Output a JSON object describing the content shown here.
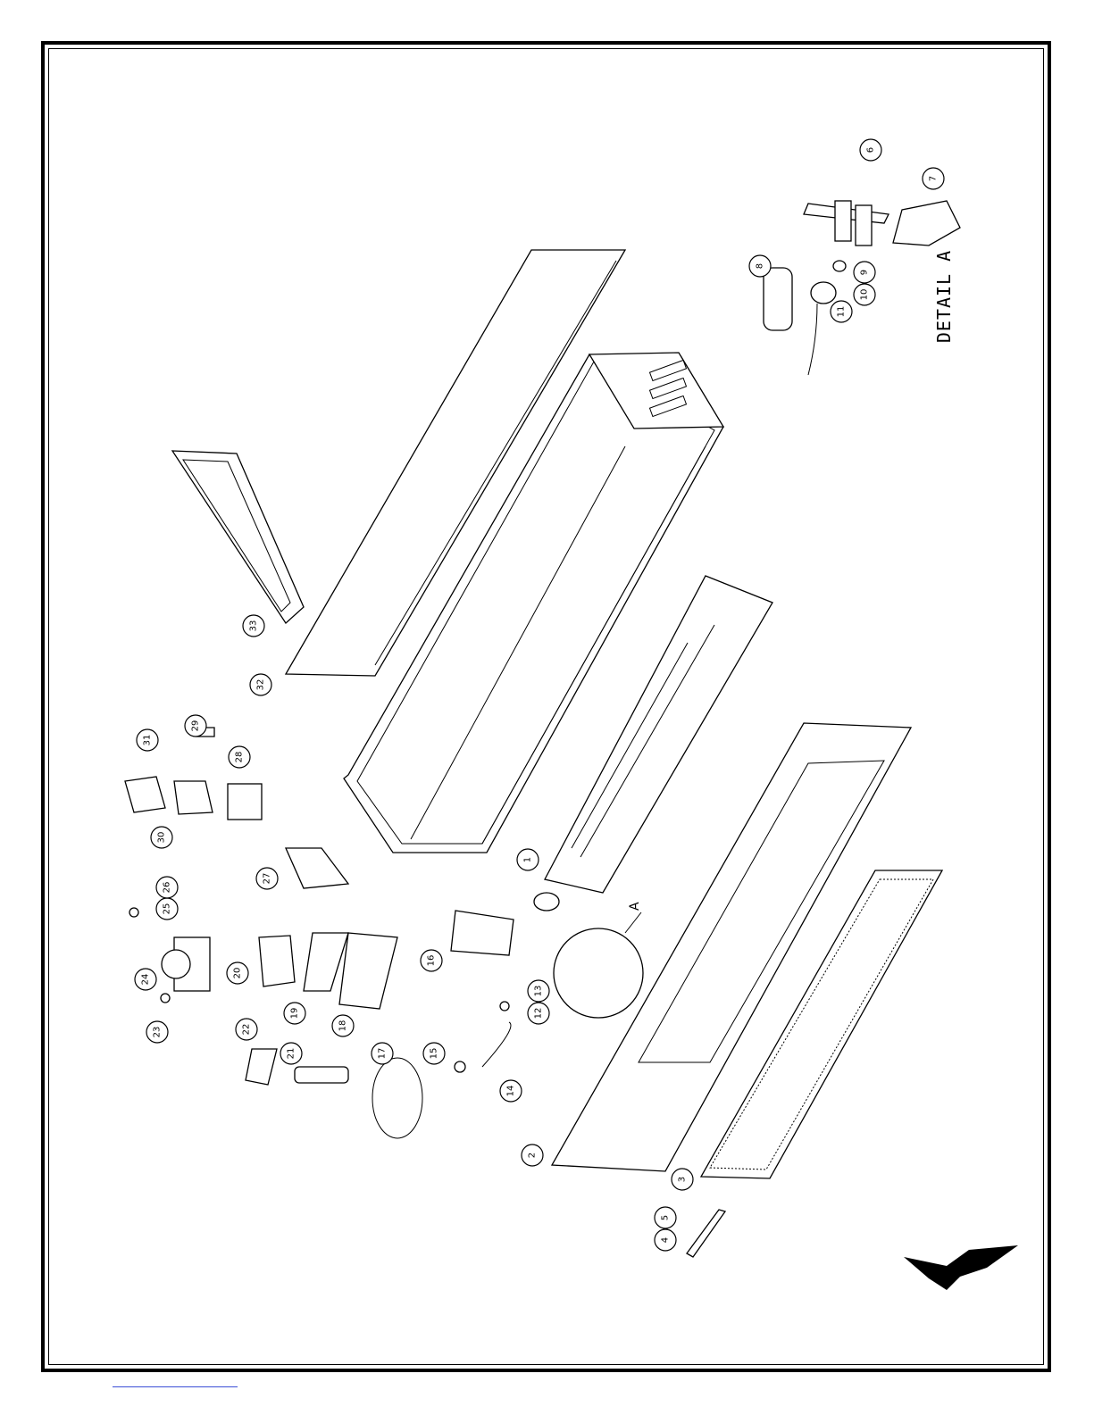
{
  "drawing": {
    "detail_label": "DETAIL A",
    "detail_pointer_label": "A",
    "callouts": [
      "1",
      "2",
      "3",
      "4",
      "5",
      "6",
      "7",
      "8",
      "9",
      "10",
      "11",
      "12",
      "13",
      "14",
      "15",
      "16",
      "17",
      "18",
      "19",
      "20",
      "21",
      "22",
      "23",
      "24",
      "25",
      "26",
      "27",
      "28",
      "29",
      "30",
      "31",
      "32",
      "33"
    ]
  },
  "colors": {
    "line": "#000000",
    "paper": "#ffffff",
    "link": "#3b4fd6"
  }
}
